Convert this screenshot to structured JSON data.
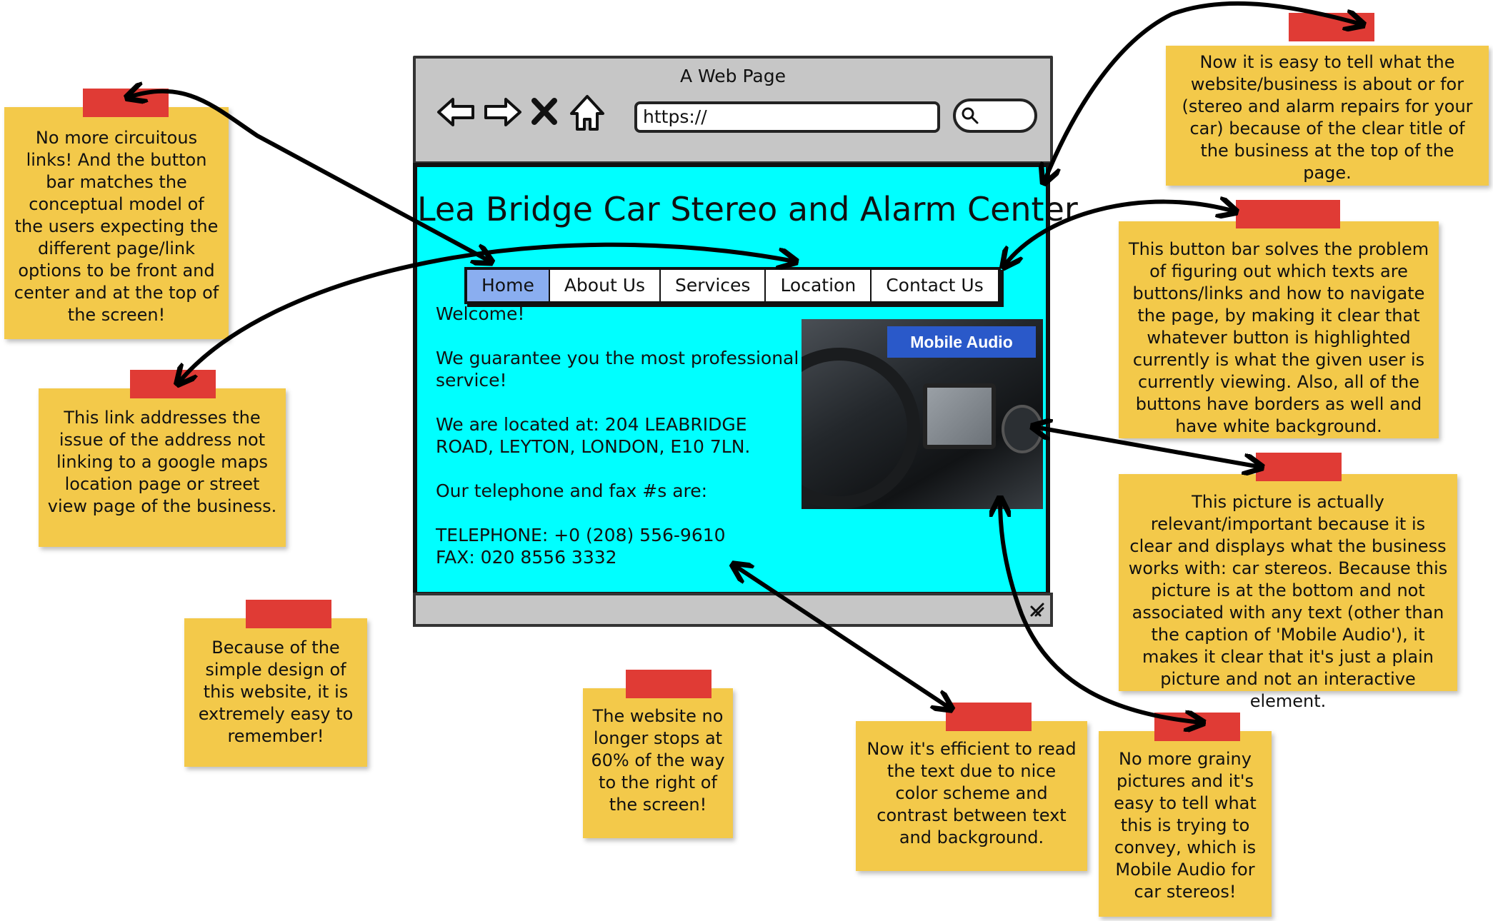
{
  "browser": {
    "window_title": "A Web Page",
    "url": "https://",
    "icons": [
      "back-arrow-icon",
      "forward-arrow-icon",
      "close-x-icon",
      "home-icon",
      "search-icon"
    ]
  },
  "site": {
    "title": "Lea Bridge Car Stereo and Alarm Center",
    "nav": [
      {
        "label": "Home",
        "active": true
      },
      {
        "label": "About Us",
        "active": false
      },
      {
        "label": "Services",
        "active": false
      },
      {
        "label": "Location",
        "active": false
      },
      {
        "label": "Contact Us",
        "active": false
      }
    ],
    "welcome": "Welcome!",
    "guarantee": "We guarantee you the most professional service!",
    "location": "We are located at: 204 LEABRIDGE ROAD, LEYTON, LONDON, E10 7LN.",
    "phone_intro": "Our telephone and fax #s are:",
    "telephone": "TELEPHONE: +0 (208) 556-9610",
    "fax": "FAX: 020 8556 3332",
    "image_caption": "Mobile Audio"
  },
  "colors": {
    "viewport_bg": "#00ffff",
    "active_button": "#8aaef0",
    "note": "#f3c94a",
    "tape": "#e03b35"
  },
  "notes": {
    "circuitous": "No more circuitous links!  And the button bar matches the conceptual model of the users expecting the different page/link options to be front and center and at the top of the screen!",
    "address_link": "This link addresses the issue of the address not linking to a google maps location page or street view page of the business.",
    "simple_design": "Because of the simple design of this website, it is extremely easy to remember!",
    "no_60": "The website no longer stops at 60% of the way to the right of the screen!",
    "efficient": "Now it's efficient to read the text due to nice color scheme and contrast between text and background.",
    "grainy": "No more grainy pictures and it's easy to tell what this is trying to convey, which is Mobile Audio for car stereos!",
    "title_clear": "Now it is easy to tell what the website/business is about or for (stereo and alarm repairs for your car) because of the clear title of the business at the top of the page.",
    "button_bar": "This button bar solves the problem of figuring out which texts are buttons/links and how to navigate the page, by making it clear that whatever button is highlighted currently is what the given user is currently viewing.  Also, all of the buttons have borders as well and have white background.",
    "picture": "This picture is actually relevant/important because it is clear and displays what the business works with: car stereos.  Because this picture is at the bottom and not associated with any text (other than the caption of 'Mobile Audio'), it makes it clear that it's just a plain picture and not an interactive element."
  }
}
